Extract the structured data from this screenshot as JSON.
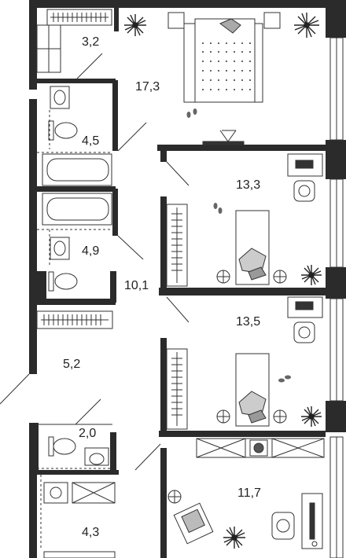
{
  "colors": {
    "wall": "#2b2b2b",
    "line": "#333333",
    "background": "#ffffff"
  },
  "rooms": [
    {
      "id": "wardrobe-top",
      "area": "3,2"
    },
    {
      "id": "master-bedroom",
      "area": "17,3"
    },
    {
      "id": "bathroom-1",
      "area": "4,5"
    },
    {
      "id": "bedroom-1",
      "area": "13,3"
    },
    {
      "id": "bathroom-2",
      "area": "4,9"
    },
    {
      "id": "corridor",
      "area": "10,1"
    },
    {
      "id": "bedroom-2",
      "area": "13,5"
    },
    {
      "id": "hall",
      "area": "5,2"
    },
    {
      "id": "wc",
      "area": "2,0"
    },
    {
      "id": "study",
      "area": "11,7"
    },
    {
      "id": "laundry",
      "area": "4,3"
    }
  ],
  "icons": [
    "plant-icon",
    "bed-icon",
    "chair-icon",
    "desk-icon",
    "toilet-icon",
    "sink-icon",
    "bathtub-icon",
    "slippers-icon",
    "tv-icon",
    "washing-machine-icon"
  ]
}
